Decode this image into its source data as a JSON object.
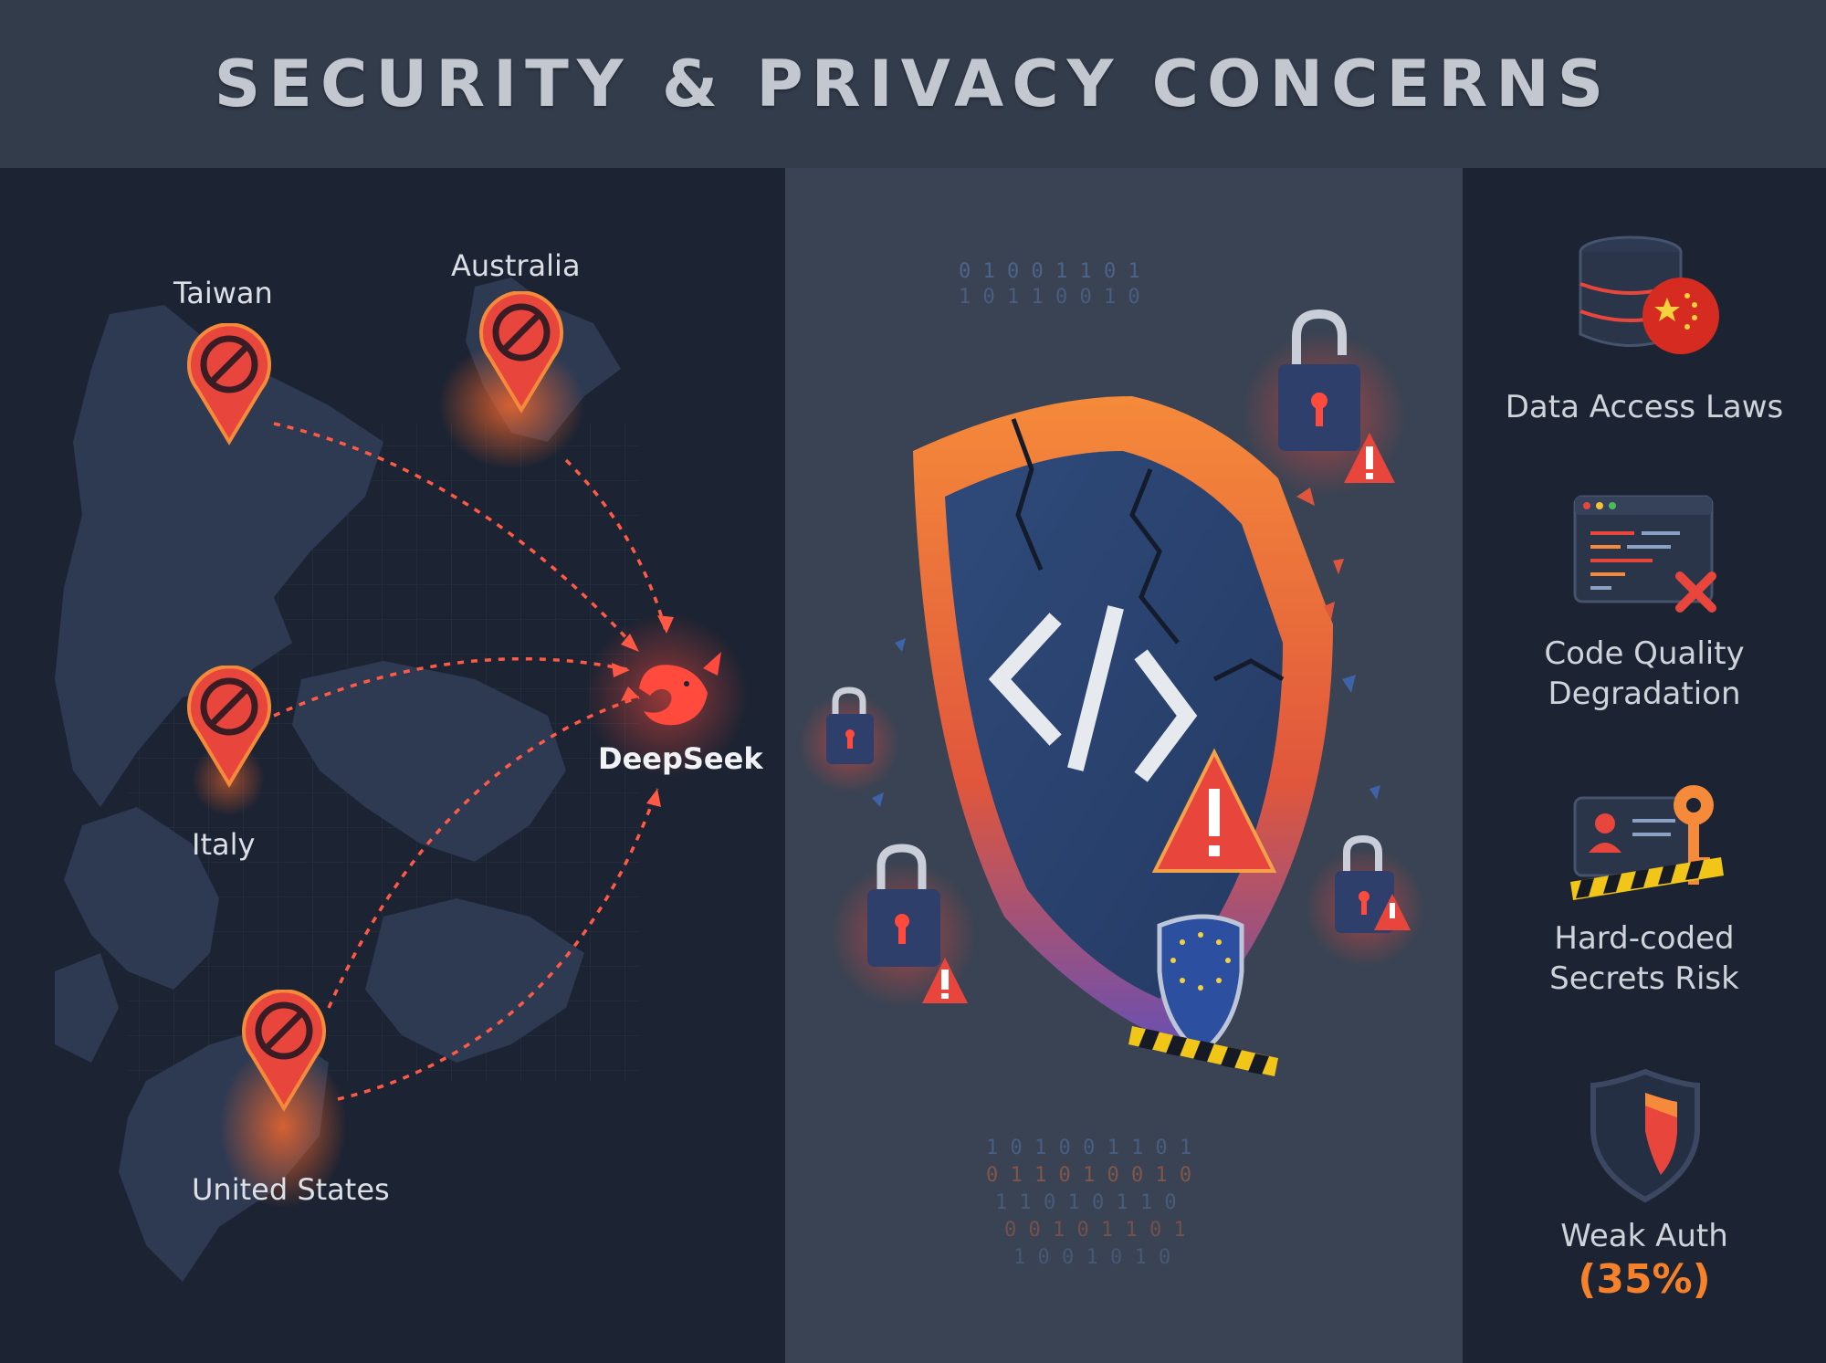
{
  "header": {
    "title": "SECURITY & PRIVACY CONCERNS"
  },
  "map": {
    "target": "DeepSeek",
    "locations": [
      {
        "name": "Taiwan",
        "icon": "ban-pin-icon"
      },
      {
        "name": "Australia",
        "icon": "ban-pin-icon"
      },
      {
        "name": "Italy",
        "icon": "ban-pin-icon"
      },
      {
        "name": "United States",
        "icon": "ban-pin-icon"
      }
    ]
  },
  "center": {
    "shield_icon": "broken-shield-code-icon",
    "badge": "GDPR",
    "padlocks": [
      "padlock-warning-icon",
      "padlock-warning-icon",
      "padlock-warning-icon",
      "padlock-icon"
    ]
  },
  "concerns": [
    {
      "label": "Data Access Laws",
      "icon": "database-china-flag-icon"
    },
    {
      "label_line1": "Code Quality",
      "label_line2": "Degradation",
      "icon": "code-window-error-icon"
    },
    {
      "label_line1": "Hard-coded",
      "label_line2": "Secrets Risk",
      "icon": "id-card-key-icon"
    },
    {
      "label": "Weak Auth",
      "percent": "(35%)",
      "icon": "weak-shield-icon"
    }
  ],
  "colors": {
    "accent_red": "#e8453c",
    "accent_orange": "#f5822b",
    "panel_dark": "#1c2332",
    "panel_mid": "#3a4353",
    "header": "#333c4b"
  }
}
